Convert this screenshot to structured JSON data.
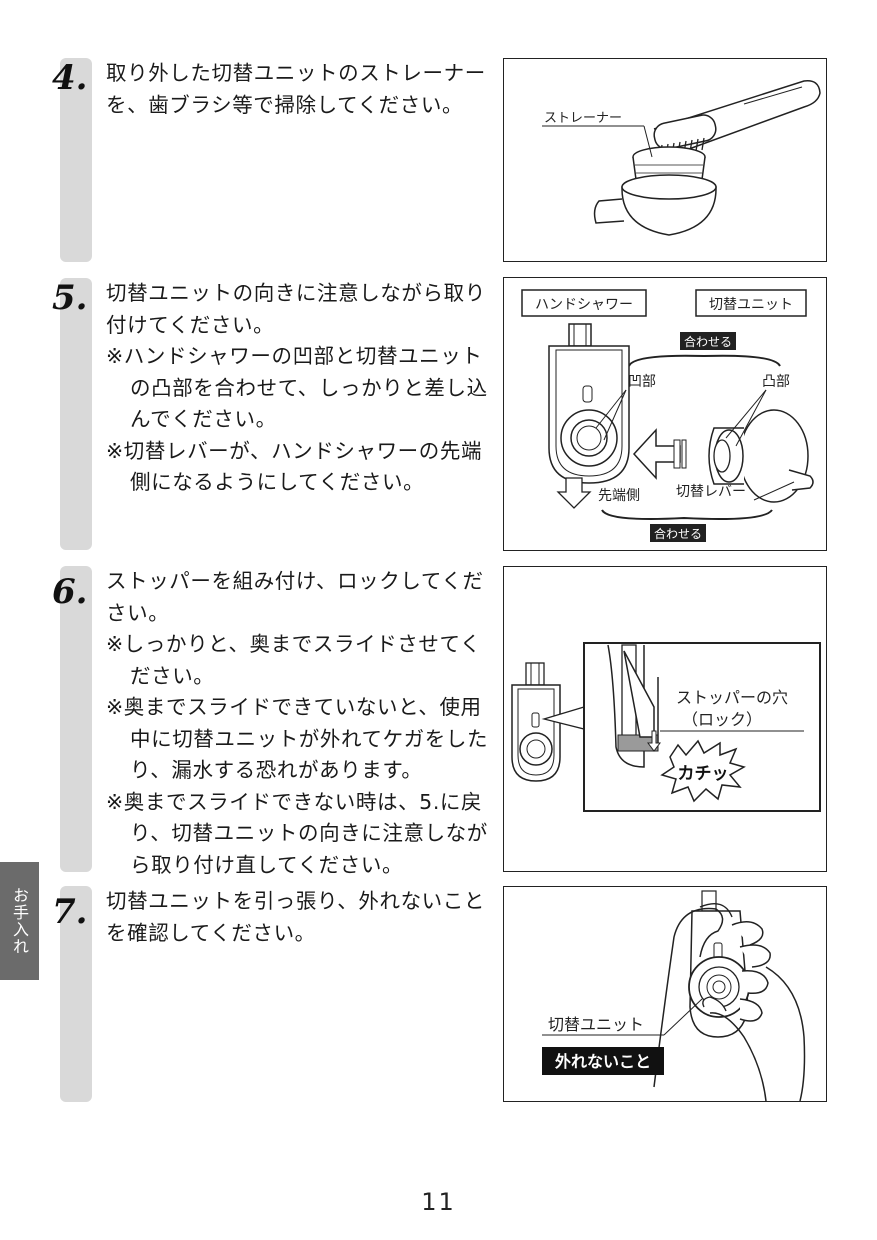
{
  "side_tab": "お手入れ",
  "page_number": "11",
  "steps": [
    {
      "number": "4.",
      "lines": [
        "取り外した切替ユニットのストレーナーを、歯ブラシ等で掃除してください。"
      ],
      "figure": {
        "strainer_label": "ストレーナー"
      }
    },
    {
      "number": "5.",
      "lines": [
        "切替ユニットの向きに注意しながら取り付けてください。",
        "※ハンドシャワーの凹部と切替ユニットの凸部を合わせて、しっかりと差し込んでください。",
        "※切替レバーが、ハンドシャワーの先端側になるようにしてください。"
      ],
      "figure": {
        "hand_shower_label": "ハンドシャワー",
        "switch_unit_label": "切替ユニット",
        "align_top": "合わせる",
        "concave_label": "凹部",
        "convex_label": "凸部",
        "tip_side_label": "先端側",
        "lever_label": "切替レバー",
        "align_bottom": "合わせる"
      }
    },
    {
      "number": "6.",
      "lines": [
        "ストッパーを組み付け、ロックしてください。",
        "※しっかりと、奥までスライドさせてください。",
        "※奥までスライドできていないと、使用中に切替ユニットが外れてケガをしたり、漏水する恐れがあります。",
        "※奥までスライドできない時は、5.に戻り、切替ユニットの向きに注意しながら取り付け直してください。"
      ],
      "figure": {
        "hole_label": "ストッパーの穴",
        "lock_label": "（ロック）",
        "click_label": "カチッ"
      }
    },
    {
      "number": "7.",
      "lines": [
        "切替ユニットを引っ張り、外れないことを確認してください。"
      ],
      "figure": {
        "unit_label": "切替ユニット",
        "warning_label": "外れないこと"
      }
    }
  ]
}
